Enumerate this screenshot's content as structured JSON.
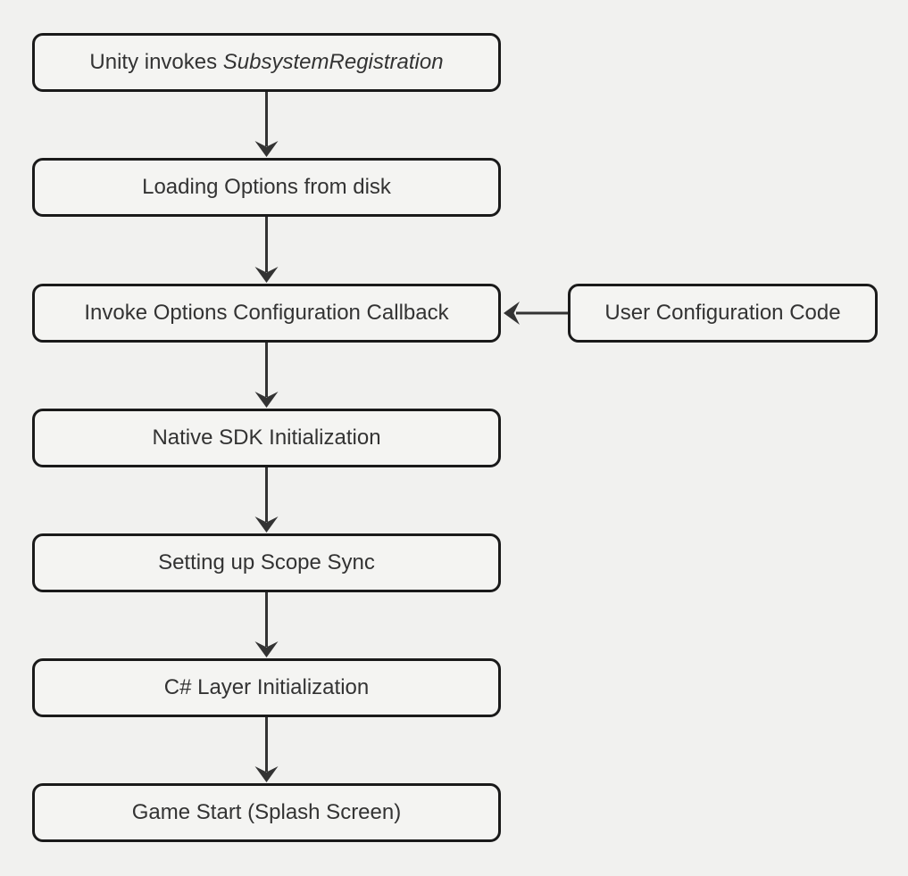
{
  "diagram": {
    "type": "flowchart",
    "direction": "top-down",
    "colors": {
      "background": "#f1f1ef",
      "node_fill": "#f4f4f2",
      "node_stroke": "#1a1a1a",
      "edge_color": "#333333",
      "text_color": "#333333"
    },
    "steps": [
      {
        "label": "Unity invokes SubsystemRegistration",
        "text_normal": "Unity invokes ",
        "text_italic": "SubsystemRegistration"
      },
      {
        "label": "Loading Options from disk"
      },
      {
        "label": "Invoke Options Configuration Callback"
      },
      {
        "label": "Native SDK Initialization"
      },
      {
        "label": "Setting up Scope Sync"
      },
      {
        "label": "C# Layer Initialization"
      },
      {
        "label": "Game Start (Splash Screen)"
      }
    ],
    "side_node": {
      "label": "User Configuration Code",
      "connects_to": "Invoke Options Configuration Callback",
      "arrow_direction": "left"
    }
  }
}
